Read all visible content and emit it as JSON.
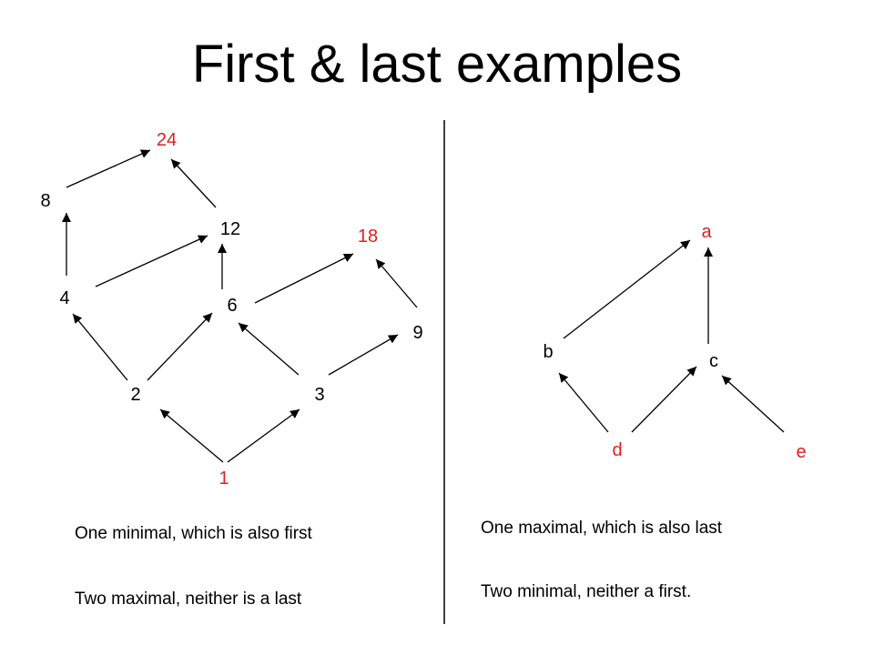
{
  "title": "First & last examples",
  "colors": {
    "normal": "#000000",
    "highlight": "#e01e1e"
  },
  "left_diagram": {
    "nodes": {
      "n24": {
        "label": "24",
        "highlight": true
      },
      "n8": {
        "label": "8",
        "highlight": false
      },
      "n12": {
        "label": "12",
        "highlight": false
      },
      "n18": {
        "label": "18",
        "highlight": true
      },
      "n4": {
        "label": "4",
        "highlight": false
      },
      "n6": {
        "label": "6",
        "highlight": false
      },
      "n9": {
        "label": "9",
        "highlight": false
      },
      "n2": {
        "label": "2",
        "highlight": false
      },
      "n3": {
        "label": "3",
        "highlight": false
      },
      "n1": {
        "label": "1",
        "highlight": true
      }
    },
    "edges": [
      {
        "from": "1",
        "to": "2"
      },
      {
        "from": "1",
        "to": "3"
      },
      {
        "from": "2",
        "to": "4"
      },
      {
        "from": "2",
        "to": "6"
      },
      {
        "from": "3",
        "to": "6"
      },
      {
        "from": "3",
        "to": "9"
      },
      {
        "from": "4",
        "to": "8"
      },
      {
        "from": "4",
        "to": "12"
      },
      {
        "from": "6",
        "to": "12"
      },
      {
        "from": "6",
        "to": "18"
      },
      {
        "from": "9",
        "to": "18"
      },
      {
        "from": "8",
        "to": "24"
      },
      {
        "from": "12",
        "to": "24"
      }
    ],
    "caption_1": "One minimal, which is also first",
    "caption_2": "Two maximal, neither is a last"
  },
  "right_diagram": {
    "nodes": {
      "na": {
        "label": "a",
        "highlight": true
      },
      "nb": {
        "label": "b",
        "highlight": false
      },
      "nc": {
        "label": "c",
        "highlight": false
      },
      "nd": {
        "label": "d",
        "highlight": true
      },
      "ne": {
        "label": "e",
        "highlight": true
      }
    },
    "edges": [
      {
        "from": "b",
        "to": "a"
      },
      {
        "from": "c",
        "to": "a"
      },
      {
        "from": "d",
        "to": "b"
      },
      {
        "from": "d",
        "to": "c"
      },
      {
        "from": "e",
        "to": "c"
      }
    ],
    "caption_1": "One maximal, which is also last",
    "caption_2": "Two minimal, neither a first."
  }
}
